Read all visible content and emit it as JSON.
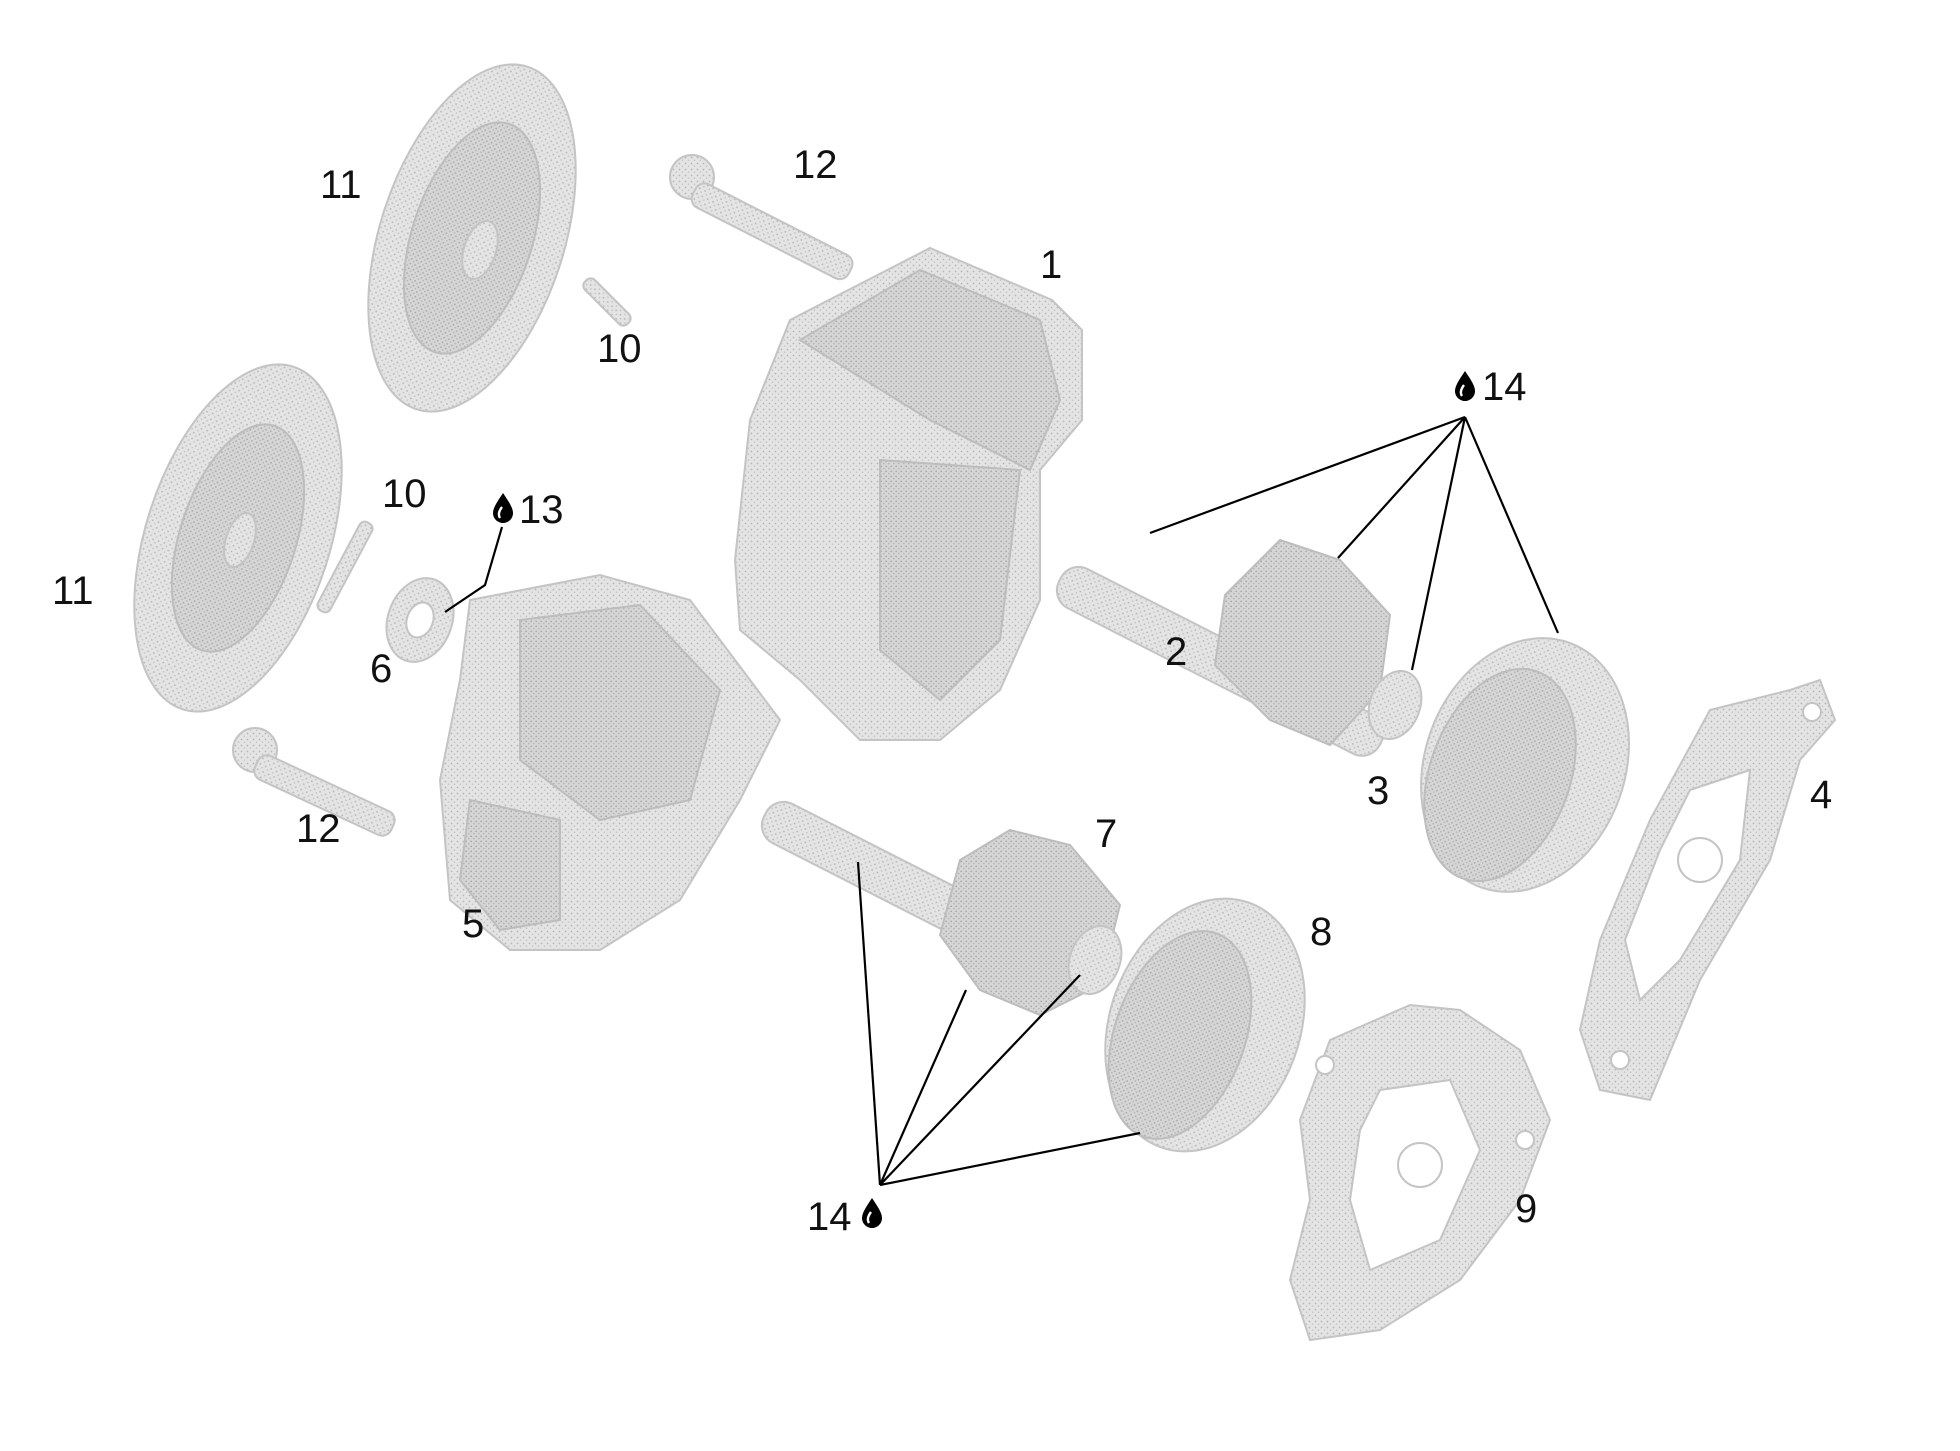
{
  "callouts": {
    "p1": "1",
    "p2": "2",
    "p3": "3",
    "p4": "4",
    "p5": "5",
    "p6": "6",
    "p7": "7",
    "p8": "8",
    "p9": "9",
    "p10_upper": "10",
    "p10_lower": "10",
    "p11_upper": "11",
    "p11_lower": "11",
    "p12_upper": "12",
    "p12_lower": "12",
    "p13": "13",
    "p14_upper": "14",
    "p14_lower": "14"
  },
  "icons": {
    "lubricant": "oil-drop-icon"
  },
  "colors": {
    "part_fill": "#d9d9d9",
    "part_dot": "#b8b8b8",
    "leader_line": "#000000",
    "label_text": "#111111",
    "background": "#ffffff"
  }
}
